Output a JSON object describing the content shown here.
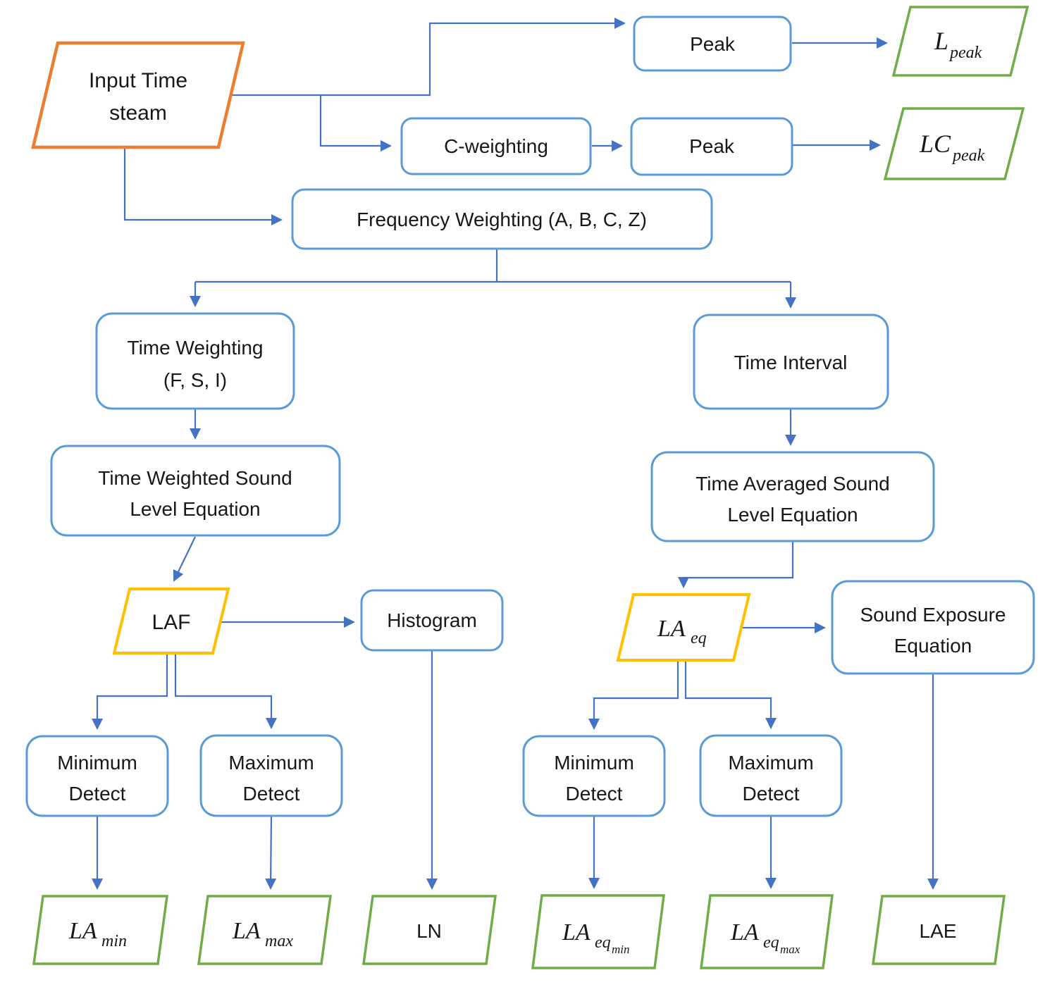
{
  "diagram": {
    "title": "Sound level meter processing flowchart",
    "colors": {
      "connector": "#4472C4",
      "process_border": "#5B9BD5",
      "input_border": "#ED7D31",
      "intermediate_border": "#FFC000",
      "output_border": "#70AD47",
      "text": "#181818",
      "background": "#FFFFFF"
    },
    "nodes": {
      "input_stream": {
        "line1": "Input Time",
        "line2": "steam"
      },
      "peak_top": {
        "label": "Peak"
      },
      "c_weighting": {
        "label": "C-weighting"
      },
      "peak_mid": {
        "label": "Peak"
      },
      "frequency_weighting": {
        "label": "Frequency Weighting (A, B, C, Z)"
      },
      "time_weighting": {
        "line1": "Time Weighting",
        "line2": "(F, S, I)"
      },
      "time_interval": {
        "label": "Time Interval"
      },
      "time_weighted_eq": {
        "line1": "Time Weighted Sound",
        "line2": "Level Equation"
      },
      "time_averaged_eq": {
        "line1": "Time Averaged Sound",
        "line2": "Level Equation"
      },
      "laf": {
        "label": "LAF"
      },
      "histogram": {
        "label": "Histogram"
      },
      "la_eq": {
        "base": "LA",
        "sub": "eq"
      },
      "sound_exposure_eq": {
        "line1": "Sound Exposure",
        "line2": "Equation"
      },
      "min_detect_left": {
        "line1": "Minimum",
        "line2": "Detect"
      },
      "max_detect_left": {
        "line1": "Maximum",
        "line2": "Detect"
      },
      "min_detect_right": {
        "line1": "Minimum",
        "line2": "Detect"
      },
      "max_detect_right": {
        "line1": "Maximum",
        "line2": "Detect"
      }
    },
    "outputs": {
      "l_peak": {
        "base": "L",
        "sub": "peak"
      },
      "lc_peak": {
        "base": "LC",
        "sub": "peak"
      },
      "la_min": {
        "base": "LA",
        "sub": "min"
      },
      "la_max": {
        "base": "LA",
        "sub": "max"
      },
      "ln": {
        "label": "LN"
      },
      "la_eq_min": {
        "base": "LA",
        "sub": "eq",
        "subsub": "min"
      },
      "la_eq_max": {
        "base": "LA",
        "sub": "eq",
        "subsub": "max"
      },
      "lae": {
        "label": "LAE"
      }
    }
  }
}
